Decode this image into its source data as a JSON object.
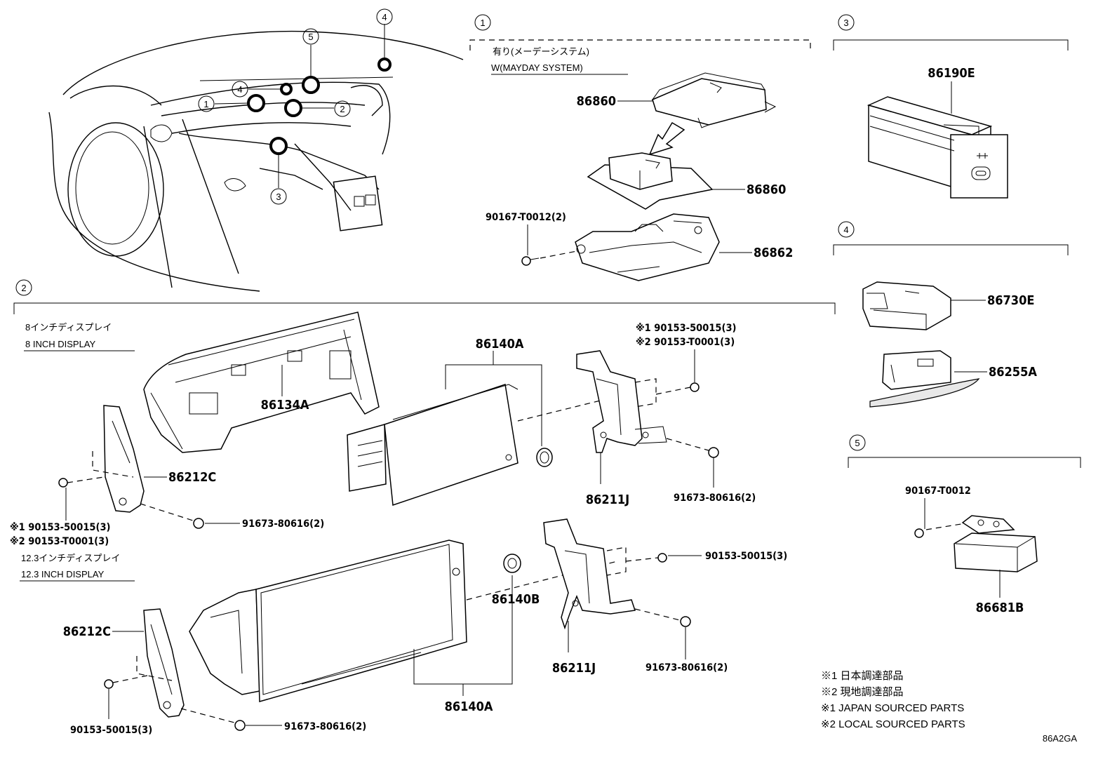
{
  "callouts": {
    "c1": "1",
    "c2": "2",
    "c3": "3",
    "c4": "4",
    "c5": "5"
  },
  "section1": {
    "note_jp": "有り(メーデーシステム)",
    "note_en": "W(MAYDAY SYSTEM)",
    "p86860_top": "86860",
    "p86860_bot": "86860",
    "p90167": "90167-T0012(2)",
    "p86862": "86862"
  },
  "section3": {
    "p86190E": "86190E"
  },
  "section4": {
    "p86730E": "86730E",
    "p86255A": "86255A"
  },
  "section5": {
    "p90167": "90167-T0012",
    "p86681B": "86681B"
  },
  "section2": {
    "display8_jp": "8インチディスプレイ",
    "display8_en": "8 INCH DISPLAY",
    "display12_jp": "12.3インチディスプレイ",
    "display12_en": "12.3 INCH DISPLAY",
    "p86134A": "86134A",
    "p86140A_top": "86140A",
    "p86140A_bot": "86140A",
    "p86140B": "86140B",
    "p86212C_top": "86212C",
    "p86212C_bot": "86212C",
    "p86211J_top": "86211J",
    "p86211J_bot": "86211J",
    "left_ref1": "※1 90153-50015(3)",
    "left_ref2": "※2 90153-T0001(3)",
    "right_ref1": "※1 90153-50015(3)",
    "right_ref2": "※2 90153-T0001(3)",
    "p91673_a": "91673-80616(2)",
    "p91673_b": "91673-80616(2)",
    "p91673_c": "91673-80616(2)",
    "p91673_d": "91673-80616(2)",
    "p90153_mid": "90153-50015(3)",
    "p90153_bot": "90153-50015(3)"
  },
  "legend": {
    "l1": "※1 日本調達部品",
    "l2": "※2 現地調達部品",
    "l3": "※1 JAPAN SOURCED PARTS",
    "l4": "※2 LOCAL SOURCED PARTS"
  },
  "figure_id": "86A2GA"
}
